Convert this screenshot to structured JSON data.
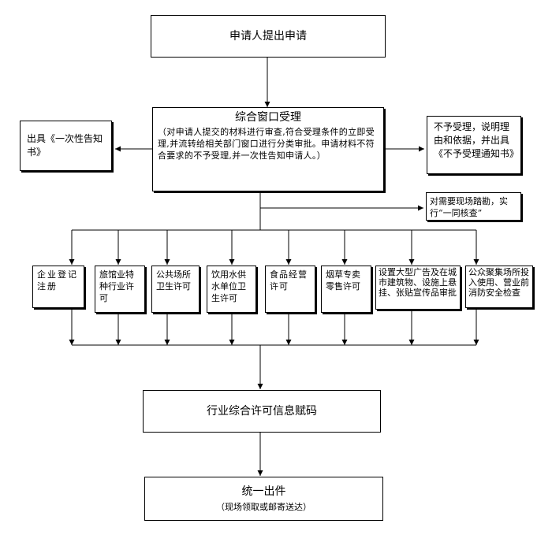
{
  "start": "申请人提出申请",
  "window": {
    "title": "综合窗口受理",
    "desc": "（对申请人提交的材料进行审查,符合受理条件的立即受理,并流转给相关部门窗口进行分类审批。申请材料不符合要求的不予受理,并一次性告知申请人。）"
  },
  "left_notice": "出具《一次性告知书》",
  "right_notice": "不予受理，说明理由和依据，并出具《不予受理通知书》",
  "site_check": "对需要现场踏勘，实行“一同核查”",
  "permits": [
    "企业登记注册",
    "旅馆业特种行业许可",
    "公共场所卫生许可",
    "饮用水供水单位卫生许可",
    "食品经营许可",
    "烟草专卖零售许可",
    "设置大型广告及在城市建筑物、设施上悬挂、张贴宣传品审批",
    "公众聚集场所投入使用、营业前消防安全检查"
  ],
  "code": "行业综合许可信息赋码",
  "final": {
    "title": "统一出件",
    "sub": "（现场领取或邮寄送达）"
  }
}
